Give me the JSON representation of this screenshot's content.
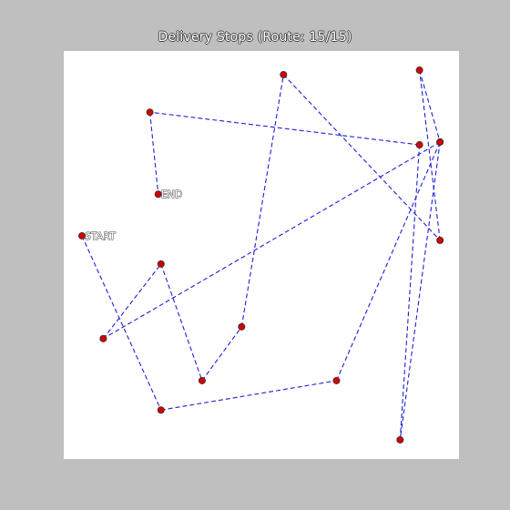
{
  "title": "Delivery Stops (Route: 15/15)",
  "chart_data": {
    "type": "scatter",
    "title": "Delivery Stops (Route: 15/15)",
    "xlim": [
      0,
      100
    ],
    "ylim": [
      0,
      100
    ],
    "grid": false,
    "marker_color": "#d40000",
    "line_color": "#1f1fd6",
    "route": [
      {
        "x": 4.6,
        "y": 54.7,
        "label": "START"
      },
      {
        "x": 24.6,
        "y": 12.0
      },
      {
        "x": 69.0,
        "y": 19.2
      },
      {
        "x": 95.2,
        "y": 77.7
      },
      {
        "x": 10.0,
        "y": 29.5
      },
      {
        "x": 24.6,
        "y": 47.8
      },
      {
        "x": 35.0,
        "y": 19.2
      },
      {
        "x": 45.0,
        "y": 32.4
      },
      {
        "x": 55.6,
        "y": 94.2
      },
      {
        "x": 95.2,
        "y": 53.6
      },
      {
        "x": 90.0,
        "y": 95.3
      },
      {
        "x": 95.2,
        "y": 77.7
      },
      {
        "x": 85.1,
        "y": 4.7
      },
      {
        "x": 90.0,
        "y": 77.0
      },
      {
        "x": 21.8,
        "y": 85.0
      },
      {
        "x": 23.9,
        "y": 64.9,
        "label": "END"
      }
    ]
  }
}
